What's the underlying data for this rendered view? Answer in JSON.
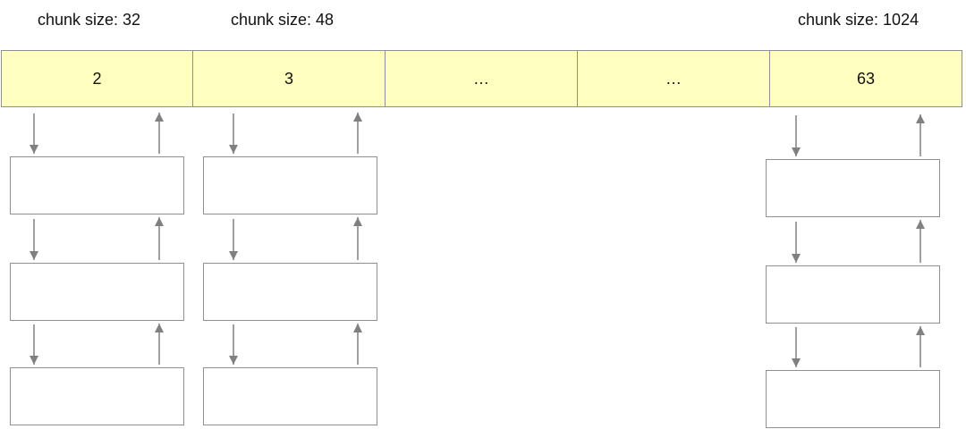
{
  "labels": {
    "bin2": "chunk size: 32",
    "bin3": "chunk size: 48",
    "bin63": "chunk size: 1024"
  },
  "bins": [
    "2",
    "3",
    "…",
    "…",
    "63"
  ],
  "colors": {
    "bin_fill": "#ffffc0",
    "border": "#8f8f8f",
    "arrow": "#808080"
  }
}
